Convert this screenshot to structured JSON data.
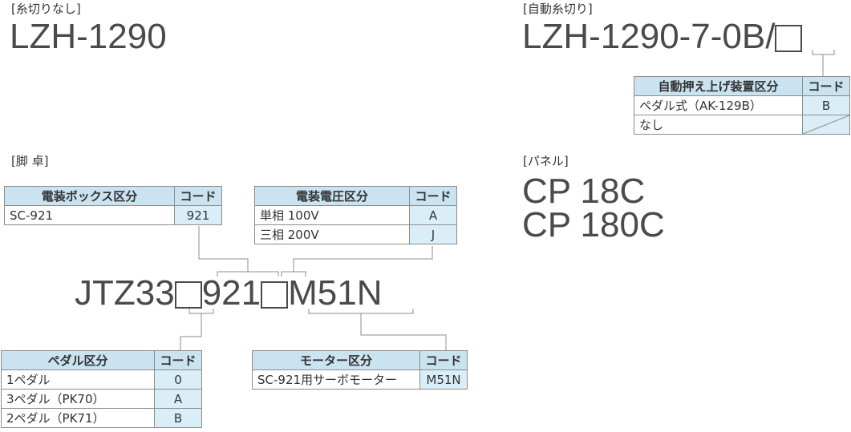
{
  "no_thread_trim": {
    "label": "[糸切りなし]",
    "model": "LZH-1290"
  },
  "auto_thread_trim": {
    "label": "[自動糸切り]",
    "model": "LZH-1290-7-0B/",
    "table": {
      "headers": [
        "自動押え上げ装置区分",
        "コード"
      ],
      "rows": [
        {
          "name": "ペダル式（AK-129B）",
          "code": "B"
        },
        {
          "name": "なし",
          "code": ""
        }
      ]
    }
  },
  "table_section": {
    "label": "[脚 卓]",
    "model_parts": [
      "JTZ33",
      "921",
      "M51N"
    ],
    "electrical_box": {
      "headers": [
        "電装ボックス区分",
        "コード"
      ],
      "rows": [
        {
          "name": "SC-921",
          "code": "921"
        }
      ]
    },
    "voltage": {
      "headers": [
        "電装電圧区分",
        "コード"
      ],
      "rows": [
        {
          "name": "単相 100V",
          "code": "A"
        },
        {
          "name": "三相 200V",
          "code": "J"
        }
      ]
    },
    "pedal": {
      "headers": [
        "ペダル区分",
        "コード"
      ],
      "rows": [
        {
          "name": "1ペダル",
          "code": "0"
        },
        {
          "name": "3ペダル（PK70）",
          "code": "A"
        },
        {
          "name": "2ペダル（PK71）",
          "code": "B"
        }
      ]
    },
    "motor": {
      "headers": [
        "モーター区分",
        "コード"
      ],
      "rows": [
        {
          "name": "SC-921用サーボモーター",
          "code": "M51N"
        }
      ]
    }
  },
  "panel": {
    "label": "[パネル]",
    "models": [
      "CP 18C",
      "CP 180C"
    ]
  },
  "colors": {
    "header_bg": "#c9e3f1",
    "code_bg": "#daeef8",
    "line": "#8c8c8c",
    "text": "#4a4a4a"
  }
}
